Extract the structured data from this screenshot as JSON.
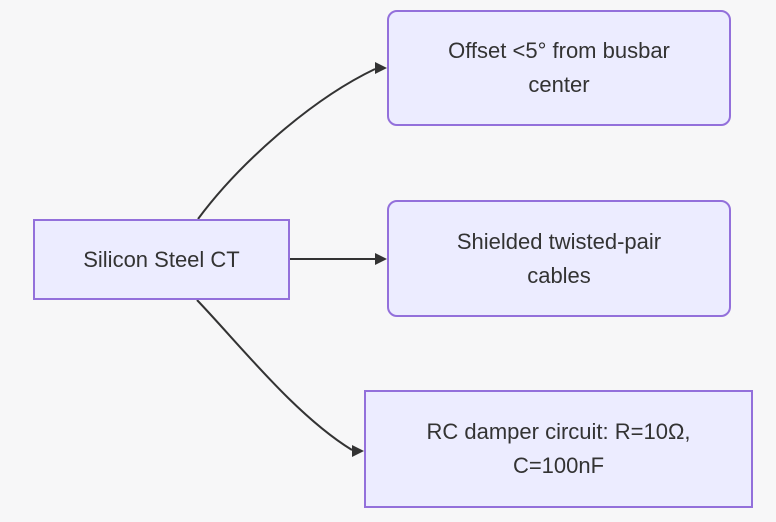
{
  "diagram": {
    "type": "flowchart",
    "colors": {
      "background": "#f7f7f8",
      "node_fill": "#ECECFF",
      "node_border": "#9370DB",
      "edge": "#333333",
      "text": "#333333"
    },
    "nodes": {
      "root": {
        "label": "Silicon Steel CT",
        "shape": "rectangle",
        "lines": [
          "Silicon Steel CT"
        ]
      },
      "offset": {
        "label": "Offset <5° from busbar center",
        "shape": "rounded",
        "lines": [
          "Offset <5° from busbar",
          "center"
        ]
      },
      "cables": {
        "label": "Shielded twisted-pair cables",
        "shape": "rounded",
        "lines": [
          "Shielded twisted-pair",
          "cables"
        ]
      },
      "rc": {
        "label": "RC damper circuit: R=10Ω, C=100nF",
        "shape": "rectangle",
        "lines": [
          "RC damper circuit: R=10Ω,",
          "C=100nF"
        ]
      }
    },
    "edges": [
      {
        "from": "Silicon Steel CT",
        "to": "Offset <5° from busbar center",
        "style": "arrow"
      },
      {
        "from": "Silicon Steel CT",
        "to": "Shielded twisted-pair cables",
        "style": "arrow"
      },
      {
        "from": "Silicon Steel CT",
        "to": "RC damper circuit: R=10Ω, C=100nF",
        "style": "arrow"
      }
    ]
  }
}
